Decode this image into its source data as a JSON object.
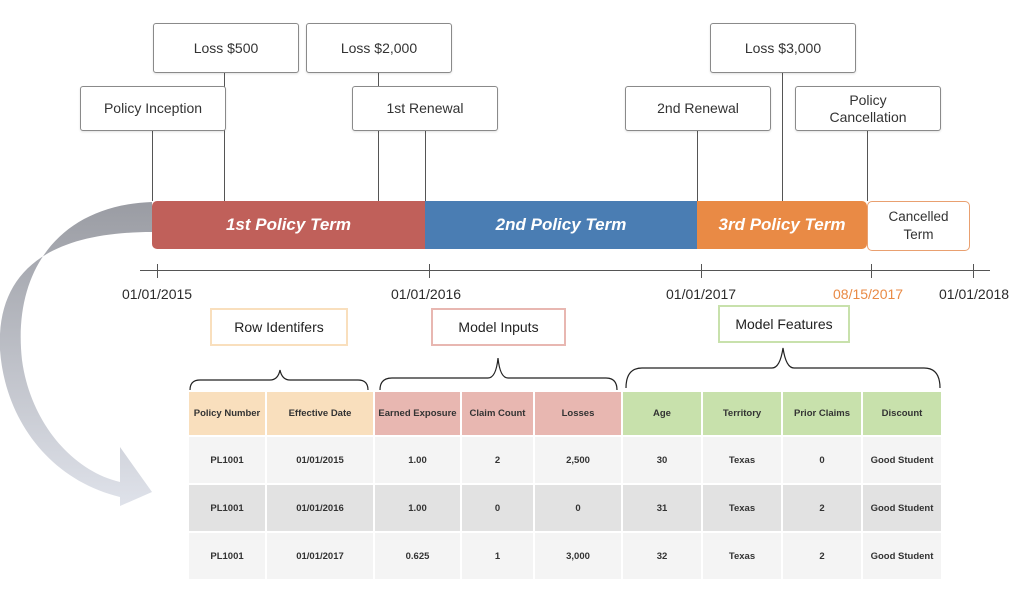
{
  "events": {
    "policy_inception": "Policy Inception",
    "loss_500": "Loss $500",
    "loss_2000": "Loss $2,000",
    "first_renewal": "1st Renewal",
    "second_renewal": "2nd Renewal",
    "loss_3000": "Loss $3,000",
    "policy_cancellation": "Policy\nCancellation"
  },
  "terms": {
    "first": "1st Policy Term",
    "second": "2nd Policy Term",
    "third": "3rd Policy Term",
    "cancelled": "Cancelled\nTerm"
  },
  "dates": {
    "d2015": "01/01/2015",
    "d2016": "01/01/2016",
    "d2017": "01/01/2017",
    "cancel_date": "08/15/2017",
    "d2018": "01/01/2018"
  },
  "groups": {
    "row_identifiers": "Row Identifers",
    "model_inputs": "Model Inputs",
    "model_features": "Model Features"
  },
  "colors": {
    "term1": "#c0605a",
    "term2": "#4a7db3",
    "term3": "#e98a45",
    "cancel_date": "#e98a45",
    "row_id_header": "#f9dfbd",
    "inputs_header": "#e8b7b1",
    "features_header": "#c8e1ac"
  },
  "table": {
    "headers": [
      "Policy Number",
      "Effective Date",
      "Earned Exposure",
      "Claim Count",
      "Losses",
      "Age",
      "Territory",
      "Prior Claims",
      "Discount"
    ],
    "rows": [
      [
        "PL1001",
        "01/01/2015",
        "1.00",
        "2",
        "2,500",
        "30",
        "Texas",
        "0",
        "Good Student"
      ],
      [
        "PL1001",
        "01/01/2016",
        "1.00",
        "0",
        "0",
        "31",
        "Texas",
        "2",
        "Good Student"
      ],
      [
        "PL1001",
        "01/01/2017",
        "0.625",
        "1",
        "3,000",
        "32",
        "Texas",
        "2",
        "Good Student"
      ]
    ]
  }
}
